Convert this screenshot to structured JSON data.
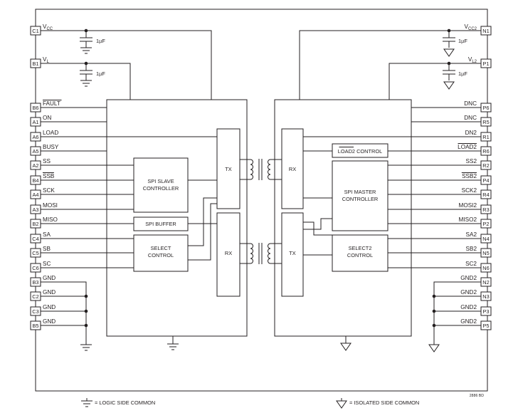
{
  "title": "",
  "outer_frame": true,
  "left_pins": [
    {
      "id": "C1",
      "label": "VCC",
      "main": "V",
      "sub": "CC",
      "overline": false
    },
    {
      "id": "B1",
      "label": "VL",
      "main": "V",
      "sub": "L",
      "overline": false
    },
    {
      "id": "B6",
      "label": "FAULT",
      "main": "FAULT",
      "sub": "",
      "overline": true
    },
    {
      "id": "A1",
      "label": "ON",
      "main": "ON",
      "sub": "",
      "overline": false
    },
    {
      "id": "A6",
      "label": "LOAD",
      "main": "LOAD",
      "sub": "",
      "overline": false
    },
    {
      "id": "A5",
      "label": "BUSY",
      "main": "BUSY",
      "sub": "",
      "overline": false
    },
    {
      "id": "A2",
      "label": "SS",
      "main": "SS",
      "sub": "",
      "overline": false
    },
    {
      "id": "B4",
      "label": "SSB",
      "main": "SSB",
      "sub": "",
      "overline": true
    },
    {
      "id": "A4",
      "label": "SCK",
      "main": "SCK",
      "sub": "",
      "overline": false
    },
    {
      "id": "A3",
      "label": "MOSI",
      "main": "MOSI",
      "sub": "",
      "overline": false
    },
    {
      "id": "B2",
      "label": "MISO",
      "main": "MISO",
      "sub": "",
      "overline": false
    },
    {
      "id": "C4",
      "label": "SA",
      "main": "SA",
      "sub": "",
      "overline": false
    },
    {
      "id": "C5",
      "label": "SB",
      "main": "SB",
      "sub": "",
      "overline": false
    },
    {
      "id": "C6",
      "label": "SC",
      "main": "SC",
      "sub": "",
      "overline": false
    },
    {
      "id": "B3",
      "label": "GND",
      "main": "GND",
      "sub": "",
      "overline": false
    },
    {
      "id": "C2",
      "label": "GND",
      "main": "GND",
      "sub": "",
      "overline": false
    },
    {
      "id": "C3",
      "label": "GND",
      "main": "GND",
      "sub": "",
      "overline": false
    },
    {
      "id": "B5",
      "label": "GND",
      "main": "GND",
      "sub": "",
      "overline": false
    }
  ],
  "right_pins": [
    {
      "id": "N1",
      "label": "VCC2",
      "main": "V",
      "sub": "CC2",
      "overline": false
    },
    {
      "id": "P1",
      "label": "VL2",
      "main": "V",
      "sub": "L2",
      "overline": false
    },
    {
      "id": "P6",
      "label": "DNC",
      "main": "DNC",
      "sub": "",
      "overline": false
    },
    {
      "id": "R5",
      "label": "DNC",
      "main": "DNC",
      "sub": "",
      "overline": false
    },
    {
      "id": "R1",
      "label": "DN2",
      "main": "DN2",
      "sub": "",
      "overline": false
    },
    {
      "id": "R6",
      "label": "LOAD2",
      "main": "LOAD2",
      "sub": "",
      "overline": true
    },
    {
      "id": "R2",
      "label": "SS2",
      "main": "SS2",
      "sub": "",
      "overline": false
    },
    {
      "id": "P4",
      "label": "SSB2",
      "main": "SSB2",
      "sub": "",
      "overline": true
    },
    {
      "id": "R4",
      "label": "SCK2",
      "main": "SCK2",
      "sub": "",
      "overline": false
    },
    {
      "id": "R3",
      "label": "MOSI2",
      "main": "MOSI2",
      "sub": "",
      "overline": false
    },
    {
      "id": "P2",
      "label": "MISO2",
      "main": "MISO2",
      "sub": "",
      "overline": false
    },
    {
      "id": "N4",
      "label": "SA2",
      "main": "SA2",
      "sub": "",
      "overline": false
    },
    {
      "id": "N5",
      "label": "SB2",
      "main": "SB2",
      "sub": "",
      "overline": false
    },
    {
      "id": "N6",
      "label": "SC2",
      "main": "SC2",
      "sub": "",
      "overline": false
    },
    {
      "id": "N2",
      "label": "GND2",
      "main": "GND2",
      "sub": "",
      "overline": false
    },
    {
      "id": "N3",
      "label": "GND2",
      "main": "GND2",
      "sub": "",
      "overline": false
    },
    {
      "id": "P3",
      "label": "GND2",
      "main": "GND2",
      "sub": "",
      "overline": false
    },
    {
      "id": "P5",
      "label": "GND2",
      "main": "GND2",
      "sub": "",
      "overline": false
    }
  ],
  "capacitors": [
    {
      "label": "1µF"
    },
    {
      "label": "1µF"
    },
    {
      "label": "1µF"
    },
    {
      "label": "1µF"
    }
  ],
  "blocks": {
    "spi_slave": [
      "SPI SLAVE",
      "CONTROLLER"
    ],
    "spi_buffer": "SPI BUFFER",
    "select_control": [
      "SELECT",
      "CONTROL"
    ],
    "tx_left": "TX",
    "rx_left": "RX",
    "rx_right": "RX",
    "tx_right": "TX",
    "load2_control": "LOAD2 CONTROL",
    "spi_master": [
      "SPI MASTER",
      "CONTROLLER"
    ],
    "select2_control": [
      "SELECT2",
      "CONTROL"
    ]
  },
  "legend": {
    "logic_common": "= LOGIC SIDE COMMON",
    "isolated_common": "= ISOLATED SIDE COMMON"
  },
  "figure_code": "2886 BD"
}
